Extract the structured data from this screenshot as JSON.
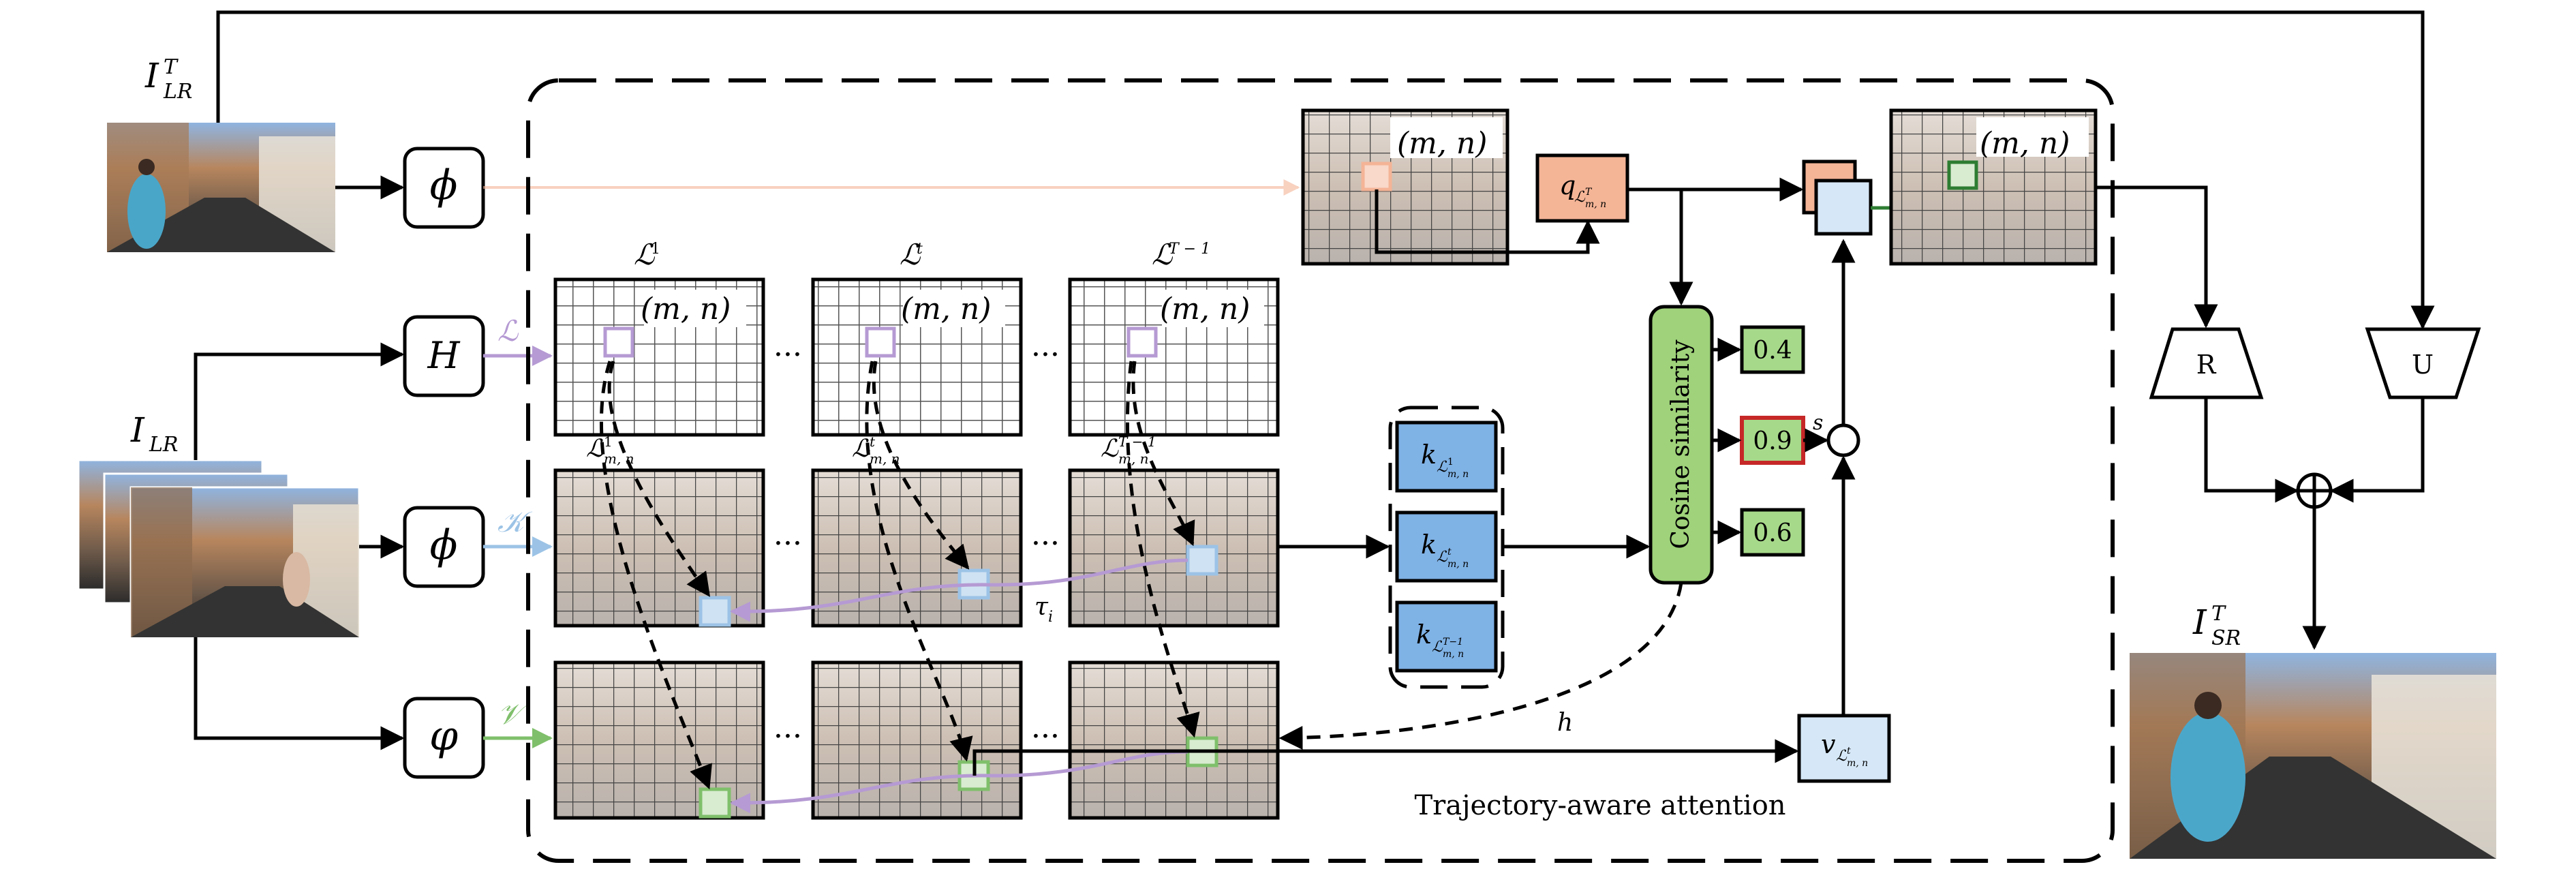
{
  "inputs": {
    "current_frame_label": "I",
    "current_frame_sup": "T",
    "current_frame_sub": "LR",
    "sequence_label": "I",
    "sequence_sub": "LR",
    "output_label": "I",
    "output_sup": "T",
    "output_sub": "SR"
  },
  "operators": {
    "phi_top": "ϕ",
    "h_op": "H",
    "phi_mid": "ϕ",
    "varphi": "φ",
    "reconstruct": "R",
    "upsample": "U"
  },
  "branch_labels": {
    "location": "ℒ",
    "key": "𝒦",
    "value": "𝒱"
  },
  "grids": {
    "col_labels": [
      {
        "base": "ℒ",
        "sup": "1"
      },
      {
        "base": "ℒ",
        "sup": "t"
      },
      {
        "base": "ℒ",
        "sup": "T − 1"
      }
    ],
    "mn_label": "(m, n)",
    "traj_labels": [
      {
        "base": "ℒ",
        "sup": "1",
        "sub": "m, n"
      },
      {
        "base": "ℒ",
        "sup": "t",
        "sub": "m, n"
      },
      {
        "base": "ℒ",
        "sup": "T − 1",
        "sub": "m, n"
      }
    ],
    "dots": "···",
    "tau": "τ",
    "tau_sub": "i"
  },
  "query": {
    "label": "q",
    "sub": "ℒ",
    "sub_sup": "T",
    "sub_sub": "m, n"
  },
  "keys": [
    {
      "label": "k",
      "sub": "ℒ",
      "sup": "1",
      "subsub": "m, n"
    },
    {
      "label": "k",
      "sub": "ℒ",
      "sup": "t",
      "subsub": "m, n"
    },
    {
      "label": "k",
      "sub": "ℒ",
      "sup": "T−1",
      "subsub": "m, n"
    }
  ],
  "cosine": {
    "label": "Cosine similarity"
  },
  "scores": [
    {
      "value": "0.4",
      "highlight": false
    },
    {
      "value": "0.9",
      "highlight": true
    },
    {
      "value": "0.6",
      "highlight": false
    }
  ],
  "s_label": "s",
  "h_label": "h",
  "value_box": {
    "label": "v",
    "sub": "ℒ",
    "sup": "t",
    "subsub": "m, n"
  },
  "module_caption": "Trajectory-aware attention",
  "colors": {
    "purple": "#b59ad3",
    "blue": "#9cc3e6",
    "green": "#7fbf6b",
    "orange": "#f4b496",
    "cos_fill": "#9fd27a",
    "score_fill": "#a7d98a",
    "key_fill": "#7fb2e5",
    "value_fill": "#d6e8f7",
    "red": "#c62828"
  }
}
